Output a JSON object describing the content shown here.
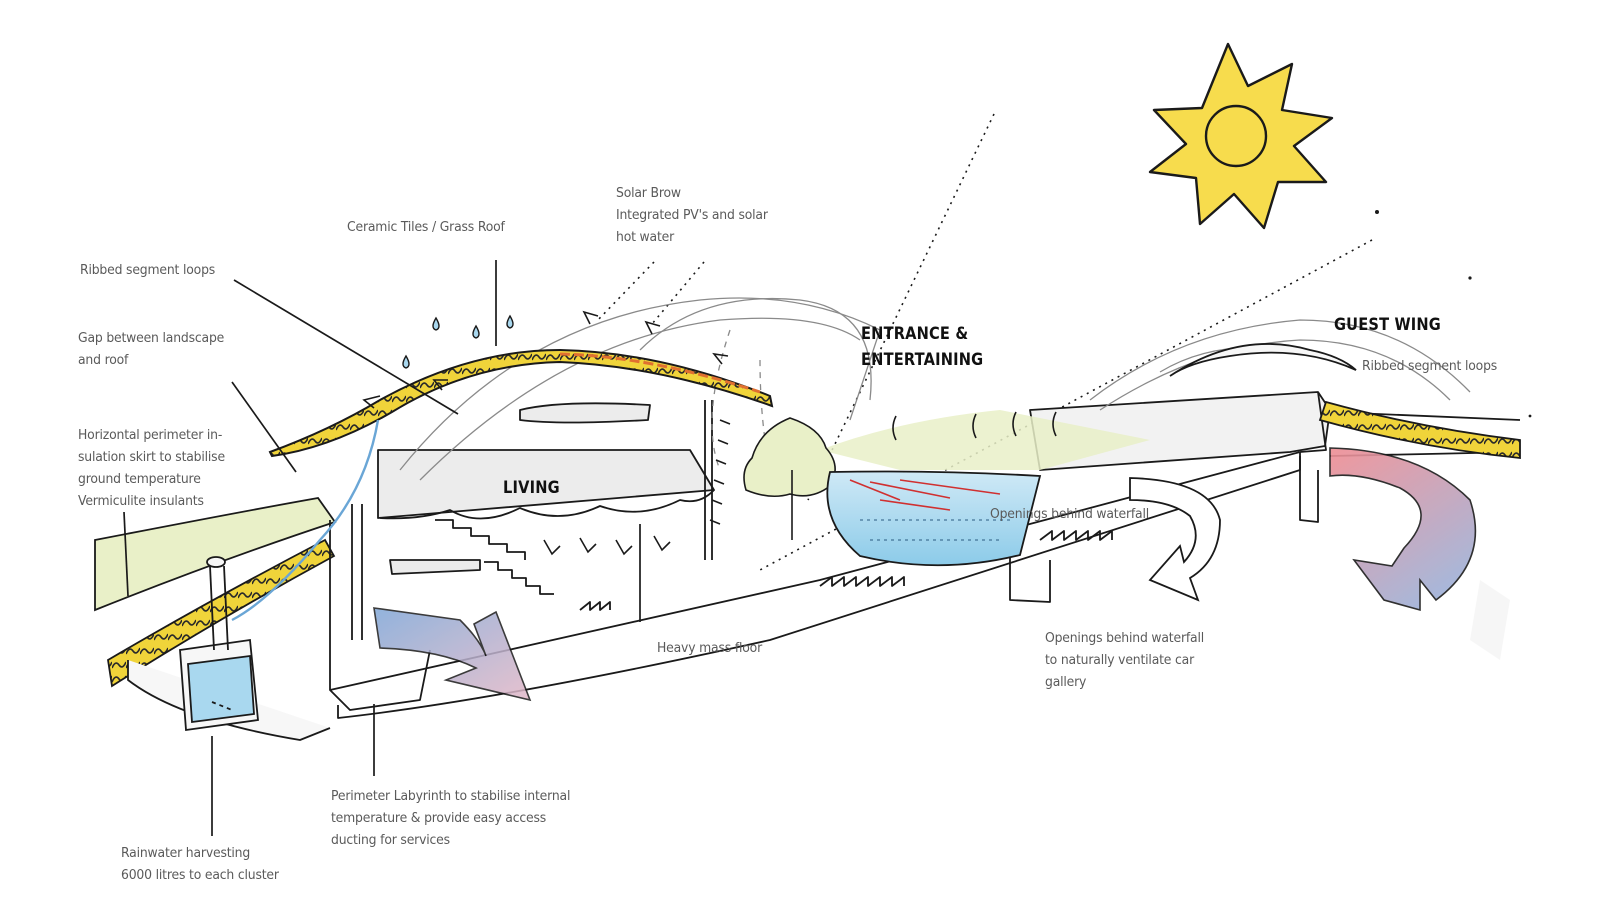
{
  "colors": {
    "sun": "#f7dc4d",
    "insulation": "#f0d43a",
    "landscape": "#e9f0c8",
    "water": "#a9d8ef",
    "warm_air": "#e89a9e",
    "cool_air": "#8fb0d8",
    "line": "#1a1a1a",
    "label_text": "#5a5a5a"
  },
  "headings": {
    "entrance_line1": "ENTRANCE &",
    "entrance_line2": "ENTERTAINING",
    "guest_wing": "GUEST WING",
    "living": "LIVING"
  },
  "labels": {
    "ceramic_tiles": "Ceramic Tiles / Grass Roof",
    "solar_brow": [
      "Solar Brow",
      "Integrated PV's and solar",
      "hot water"
    ],
    "ribbed_left": "Ribbed segment loops",
    "gap": [
      "Gap between landscape",
      "and roof"
    ],
    "insulation_skirt": [
      "Horizontal perimeter in-",
      "sulation skirt to stabilise",
      "ground temperature",
      "Vermiculite insulants"
    ],
    "openings_waterfall": "Openings behind waterfall",
    "ribbed_right": "Ribbed segment loops",
    "heavy_mass": "Heavy mass floor",
    "openings_car": [
      "Openings behind waterfall",
      "to naturally ventilate car",
      "gallery"
    ],
    "perimeter_labyrinth": [
      "Perimeter Labyrinth to stabilise internal",
      "temperature & provide easy access",
      "ducting for services"
    ],
    "rainwater": [
      "Rainwater harvesting",
      "6000 litres to each cluster"
    ]
  }
}
